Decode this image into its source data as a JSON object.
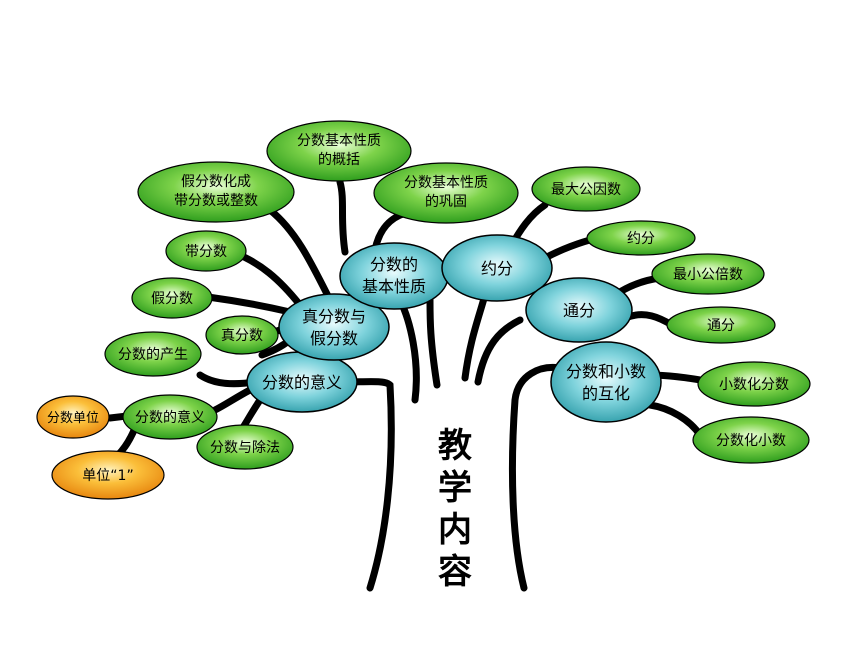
{
  "title_chars": [
    "教",
    "学",
    "内",
    "容"
  ],
  "colors": {
    "green_leaf": "#43b02a",
    "teal_node": "#49b7c2",
    "orange_leaf": "#f29a1c",
    "branch": "#000000"
  },
  "main_nodes": {
    "meaning": "分数的意义",
    "proper_improper": [
      "真分数与",
      "假分数"
    ],
    "basic_property": [
      "分数的",
      "基本性质"
    ],
    "reduce": "约分",
    "common_denominator": "通分",
    "fraction_decimal": [
      "分数和小数",
      "的互化"
    ]
  },
  "leaves": {
    "origin": "分数的产生",
    "meaning_sub": "分数的意义",
    "fraction_unit": "分数单位",
    "unit_one": "单位“1”",
    "division": "分数与除法",
    "proper": "真分数",
    "improper": "假分数",
    "mixed": "带分数",
    "convert": [
      "假分数化成",
      "带分数或整数"
    ],
    "property_summary": [
      "分数基本性质",
      "的概括"
    ],
    "property_consolidate": [
      "分数基本性质",
      "的巩固"
    ],
    "gcd": "最大公因数",
    "reduce_leaf": "约分",
    "lcm": "最小公倍数",
    "common_leaf": "通分",
    "dec_to_frac": "小数化分数",
    "frac_to_dec": "分数化小数"
  }
}
